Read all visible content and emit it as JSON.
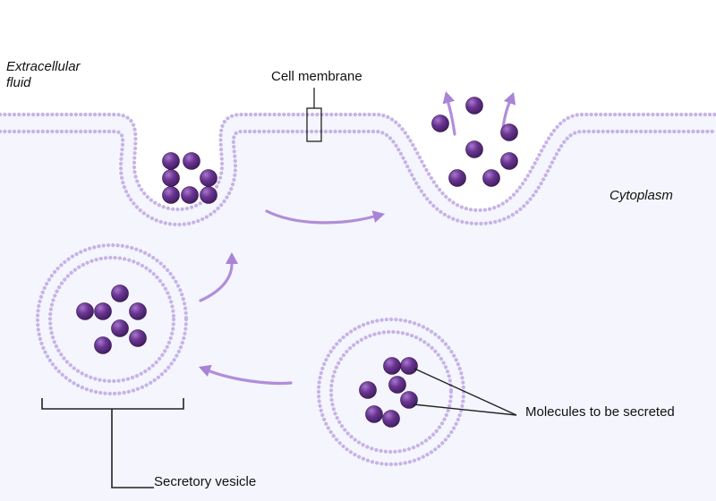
{
  "labels": {
    "extracellular_line1": "Extracellular",
    "extracellular_line2": "fluid",
    "cell_membrane": "Cell membrane",
    "cytoplasm": "Cytoplasm",
    "molecules": "Molecules to be secreted",
    "secretory_vesicle": "Secretory vesicle"
  },
  "colors": {
    "membrane": "#c7b3e6",
    "molecule": "#5c2a82",
    "molecule_highlight": "#9b6cc2",
    "arrow": "#a883d6",
    "cytoplasm_bg": "#f4f5fd",
    "line": "#222222"
  }
}
